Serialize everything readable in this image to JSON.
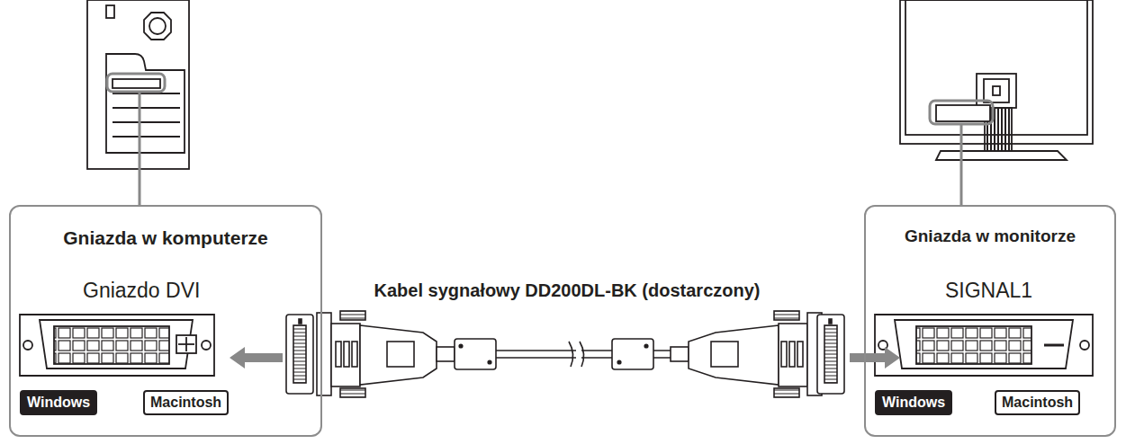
{
  "diagram": {
    "nodes": [
      {
        "text": [
          "Gniazda w komputerze",
          "Gniazdo DVI"
        ]
      },
      {
        "text": [
          "Windows"
        ],
        "in": 0
      },
      {
        "text": [
          "Macintosh"
        ],
        "in": 0
      },
      {
        "text": [
          "Gniazda w monitorze",
          "SIGNAL1"
        ]
      },
      {
        "text": [
          "Windows"
        ],
        "in": 3
      },
      {
        "text": [
          "Macintosh"
        ],
        "in": 3
      }
    ],
    "labels": [
      "Kabel sygnałowy DD200DL-BK (dostarczony)"
    ]
  }
}
